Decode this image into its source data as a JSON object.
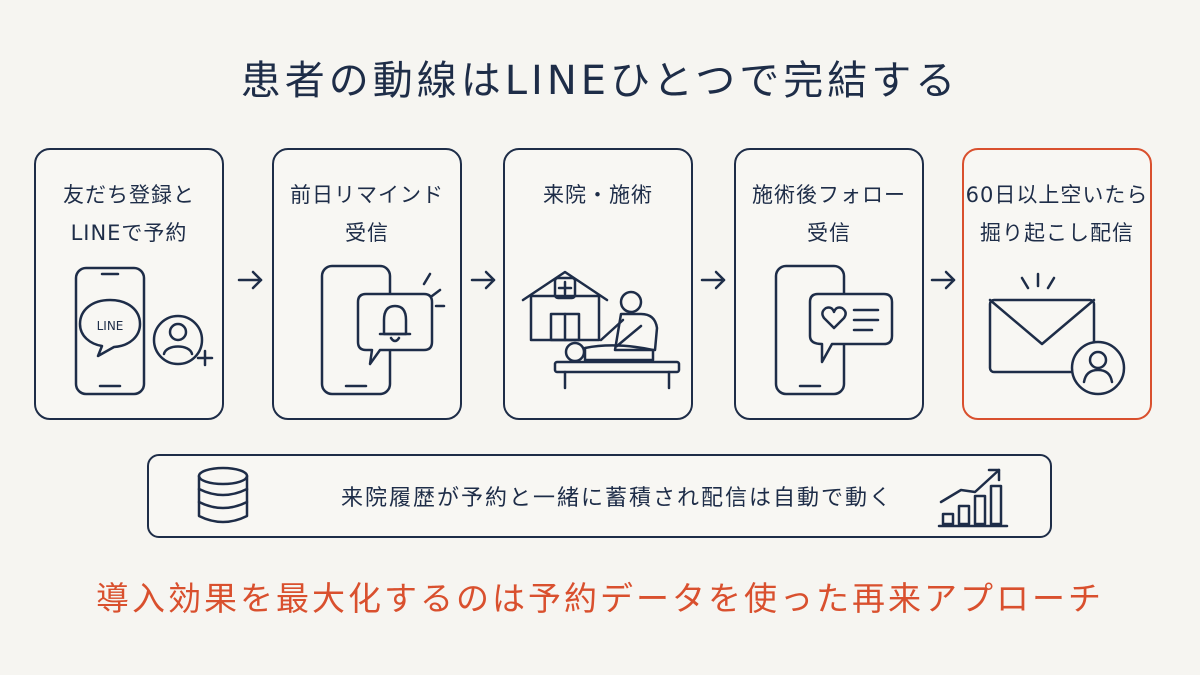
{
  "title": "患者の動線はLINEひとつで完結する",
  "steps": [
    {
      "label": "友だち登録と\nLINEで予約",
      "icon_text": "LINE"
    },
    {
      "label": "前日リマインド\n受信"
    },
    {
      "label": "来院・施術"
    },
    {
      "label": "施術後フォロー\n受信"
    },
    {
      "label": "60日以上空いたら\n掘り起こし配信"
    }
  ],
  "banner": {
    "text": "来院履歴が予約と一緒に蓄積され配信は自動で動く"
  },
  "footer": "導入効果を最大化するのは予約データを使った再来アプローチ",
  "colors": {
    "ink": "#1e2d48",
    "accent": "#d9502e",
    "background": "#f6f5f1"
  }
}
